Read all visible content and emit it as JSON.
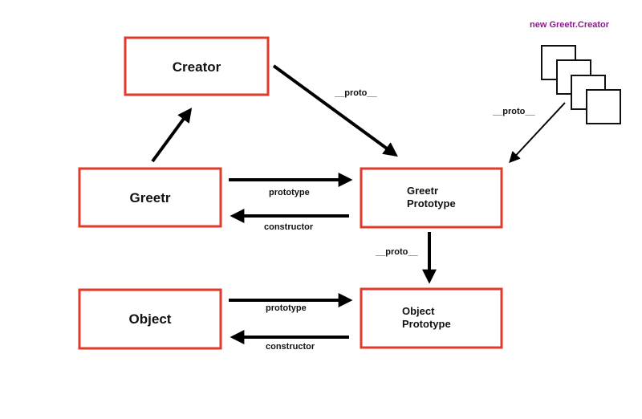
{
  "colors": {
    "box_border": "#e03a2a",
    "arrow": "#000000",
    "instances_title": "#8b1a8b"
  },
  "nodes": {
    "creator": {
      "label_lines": [
        "Creator"
      ]
    },
    "greetr": {
      "label_lines": [
        "Greetr"
      ]
    },
    "greetr_prototype": {
      "label_lines": [
        "Greetr",
        "Prototype"
      ]
    },
    "object": {
      "label_lines": [
        "Object"
      ]
    },
    "object_prototype": {
      "label_lines": [
        "Object",
        "Prototype"
      ]
    }
  },
  "edges": {
    "creator_proto": {
      "label": "__proto__"
    },
    "greetr_to_creator": {
      "label": ""
    },
    "greetr_prototype": {
      "label": "prototype"
    },
    "greetr_constructor": {
      "label": "constructor"
    },
    "greetr_proto_chain": {
      "label": "__proto__"
    },
    "object_prototype": {
      "label": "prototype"
    },
    "object_constructor": {
      "label": "constructor"
    },
    "instances_proto": {
      "label": "__proto__"
    }
  },
  "instances": {
    "title": "new Greetr.Creator",
    "count": 4
  }
}
